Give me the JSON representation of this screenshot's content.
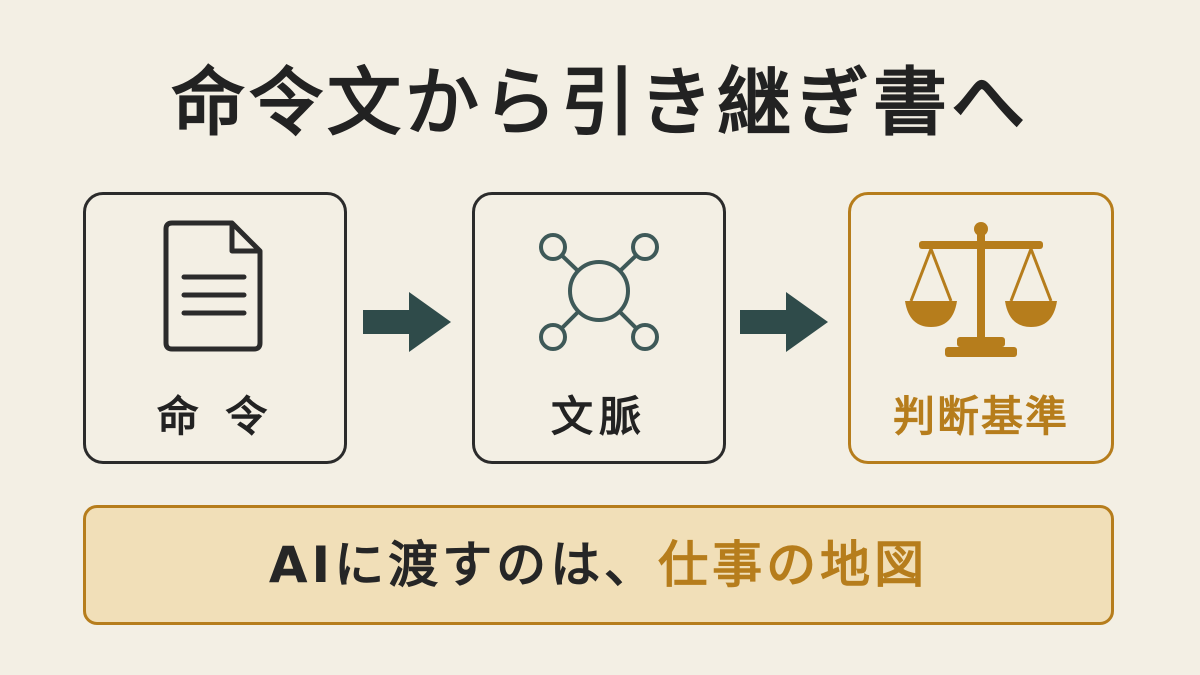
{
  "title": "命令文から引き継ぎ書へ",
  "steps": [
    {
      "label": "命 令",
      "icon": "document-icon"
    },
    {
      "label": "文脈",
      "icon": "network-icon"
    },
    {
      "label": "判断基準",
      "icon": "scales-icon"
    }
  ],
  "arrows": [
    "arrow-right-icon",
    "arrow-right-icon"
  ],
  "banner": {
    "text_prefix": "AIに渡すのは、",
    "text_highlight": "仕事の地図"
  },
  "colors": {
    "background": "#f3efe4",
    "text": "#222222",
    "accent": "#b67d1c",
    "arrow": "#2f4b4a",
    "banner_bg": "#f1dfb8"
  }
}
